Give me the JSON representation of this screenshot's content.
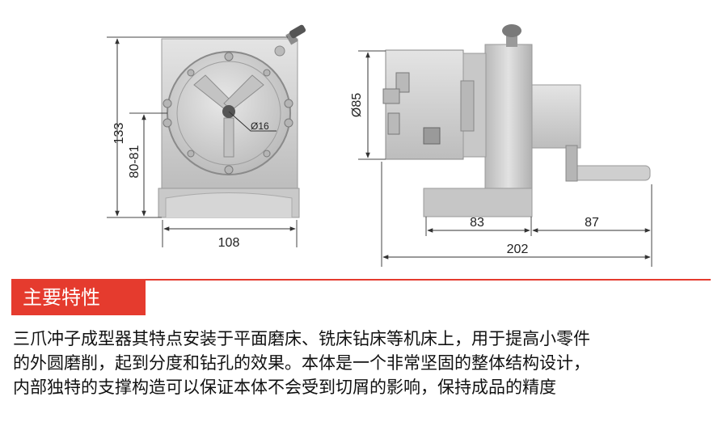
{
  "drawing": {
    "left_view": {
      "height_total": "133",
      "center_height": "80-81",
      "base_width": "108",
      "hole_diameter": "Ø16"
    },
    "right_view": {
      "chuck_diameter": "Ø85",
      "base_length": "83",
      "handle_length": "87",
      "total_length": "202"
    }
  },
  "section": {
    "title": "主要特性"
  },
  "description": {
    "line1": "三爪冲子成型器其特点安装于平面磨床、铣床钻床等机床上，用于提高小零件",
    "line2": "的外圆磨削，起到分度和钻孔的效果。本体是一个非常坚固的整体结构设计，",
    "line3": "内部独特的支撑构造可以保证本体不会受到切屑的影响，保持成品的精度"
  },
  "colors": {
    "accent": "#e53b2e",
    "metal": "#cfcfcf",
    "dimension_line": "#333333"
  }
}
